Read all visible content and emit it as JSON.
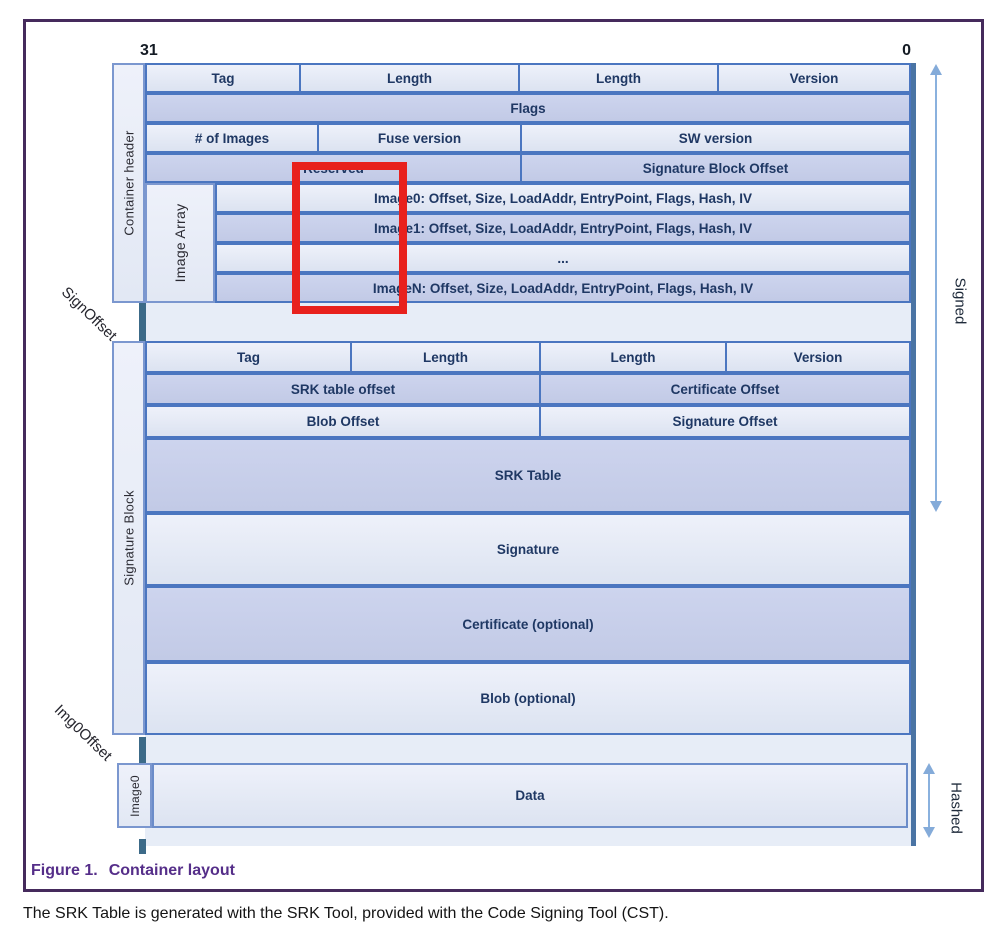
{
  "caption": {
    "label": "Figure 1.",
    "title": "Container layout"
  },
  "body_text": "The SRK Table is generated with the SRK Tool, provided with the Code Signing Tool (CST).",
  "bits": {
    "msb": "31",
    "lsb": "0"
  },
  "arrows": {
    "signed": "Signed",
    "hashed": "Hashed"
  },
  "offsets": {
    "sign": "SignOffset",
    "img0": "Img0Offset"
  },
  "sections": {
    "container_header": "Container header",
    "image_array": "Image Array",
    "signature_block": "Signature Block",
    "image0": "Image0"
  },
  "header_rows": {
    "r0": [
      "Tag",
      "Length",
      "Length",
      "Version"
    ],
    "r1": [
      "Flags"
    ],
    "r2": [
      "# of Images",
      "Fuse version",
      "SW version"
    ],
    "r3": [
      "Reserved",
      "Signature Block Offset"
    ]
  },
  "image_rows": {
    "r0": [
      "Image0: Offset, Size, LoadAddr, EntryPoint, Flags, Hash, IV"
    ],
    "r1": [
      "Image1: Offset, Size, LoadAddr, EntryPoint, Flags, Hash, IV"
    ],
    "r2": [
      "..."
    ],
    "r3": [
      "ImageN: Offset, Size, LoadAddr, EntryPoint, Flags, Hash, IV"
    ]
  },
  "sigblock_rows": {
    "r0": [
      "Tag",
      "Length",
      "Length",
      "Version"
    ],
    "r1": [
      "SRK table offset",
      "Certificate Offset"
    ],
    "r2": [
      "Blob Offset",
      "Signature Offset"
    ],
    "r3": [
      "SRK Table"
    ],
    "r4": [
      "Signature"
    ],
    "r5": [
      "Certificate (optional)"
    ],
    "r6": [
      "Blob (optional)"
    ]
  },
  "image0_rows": {
    "r0": [
      "Data"
    ]
  },
  "colors": {
    "frame_purple": "#452a5c",
    "caption_purple": "#552e89",
    "row_light": "#e9eefa",
    "row_dark": "#c7cfeb",
    "grid_blue": "#4b76c0",
    "panel_blue": "#e7edf7",
    "panel_edge": "#4a74a4",
    "tick_teal": "#3c6a88",
    "arrow_blue": "#8ab1de",
    "text_navy": "#1f3864",
    "highlight_red": "#e8211d"
  }
}
